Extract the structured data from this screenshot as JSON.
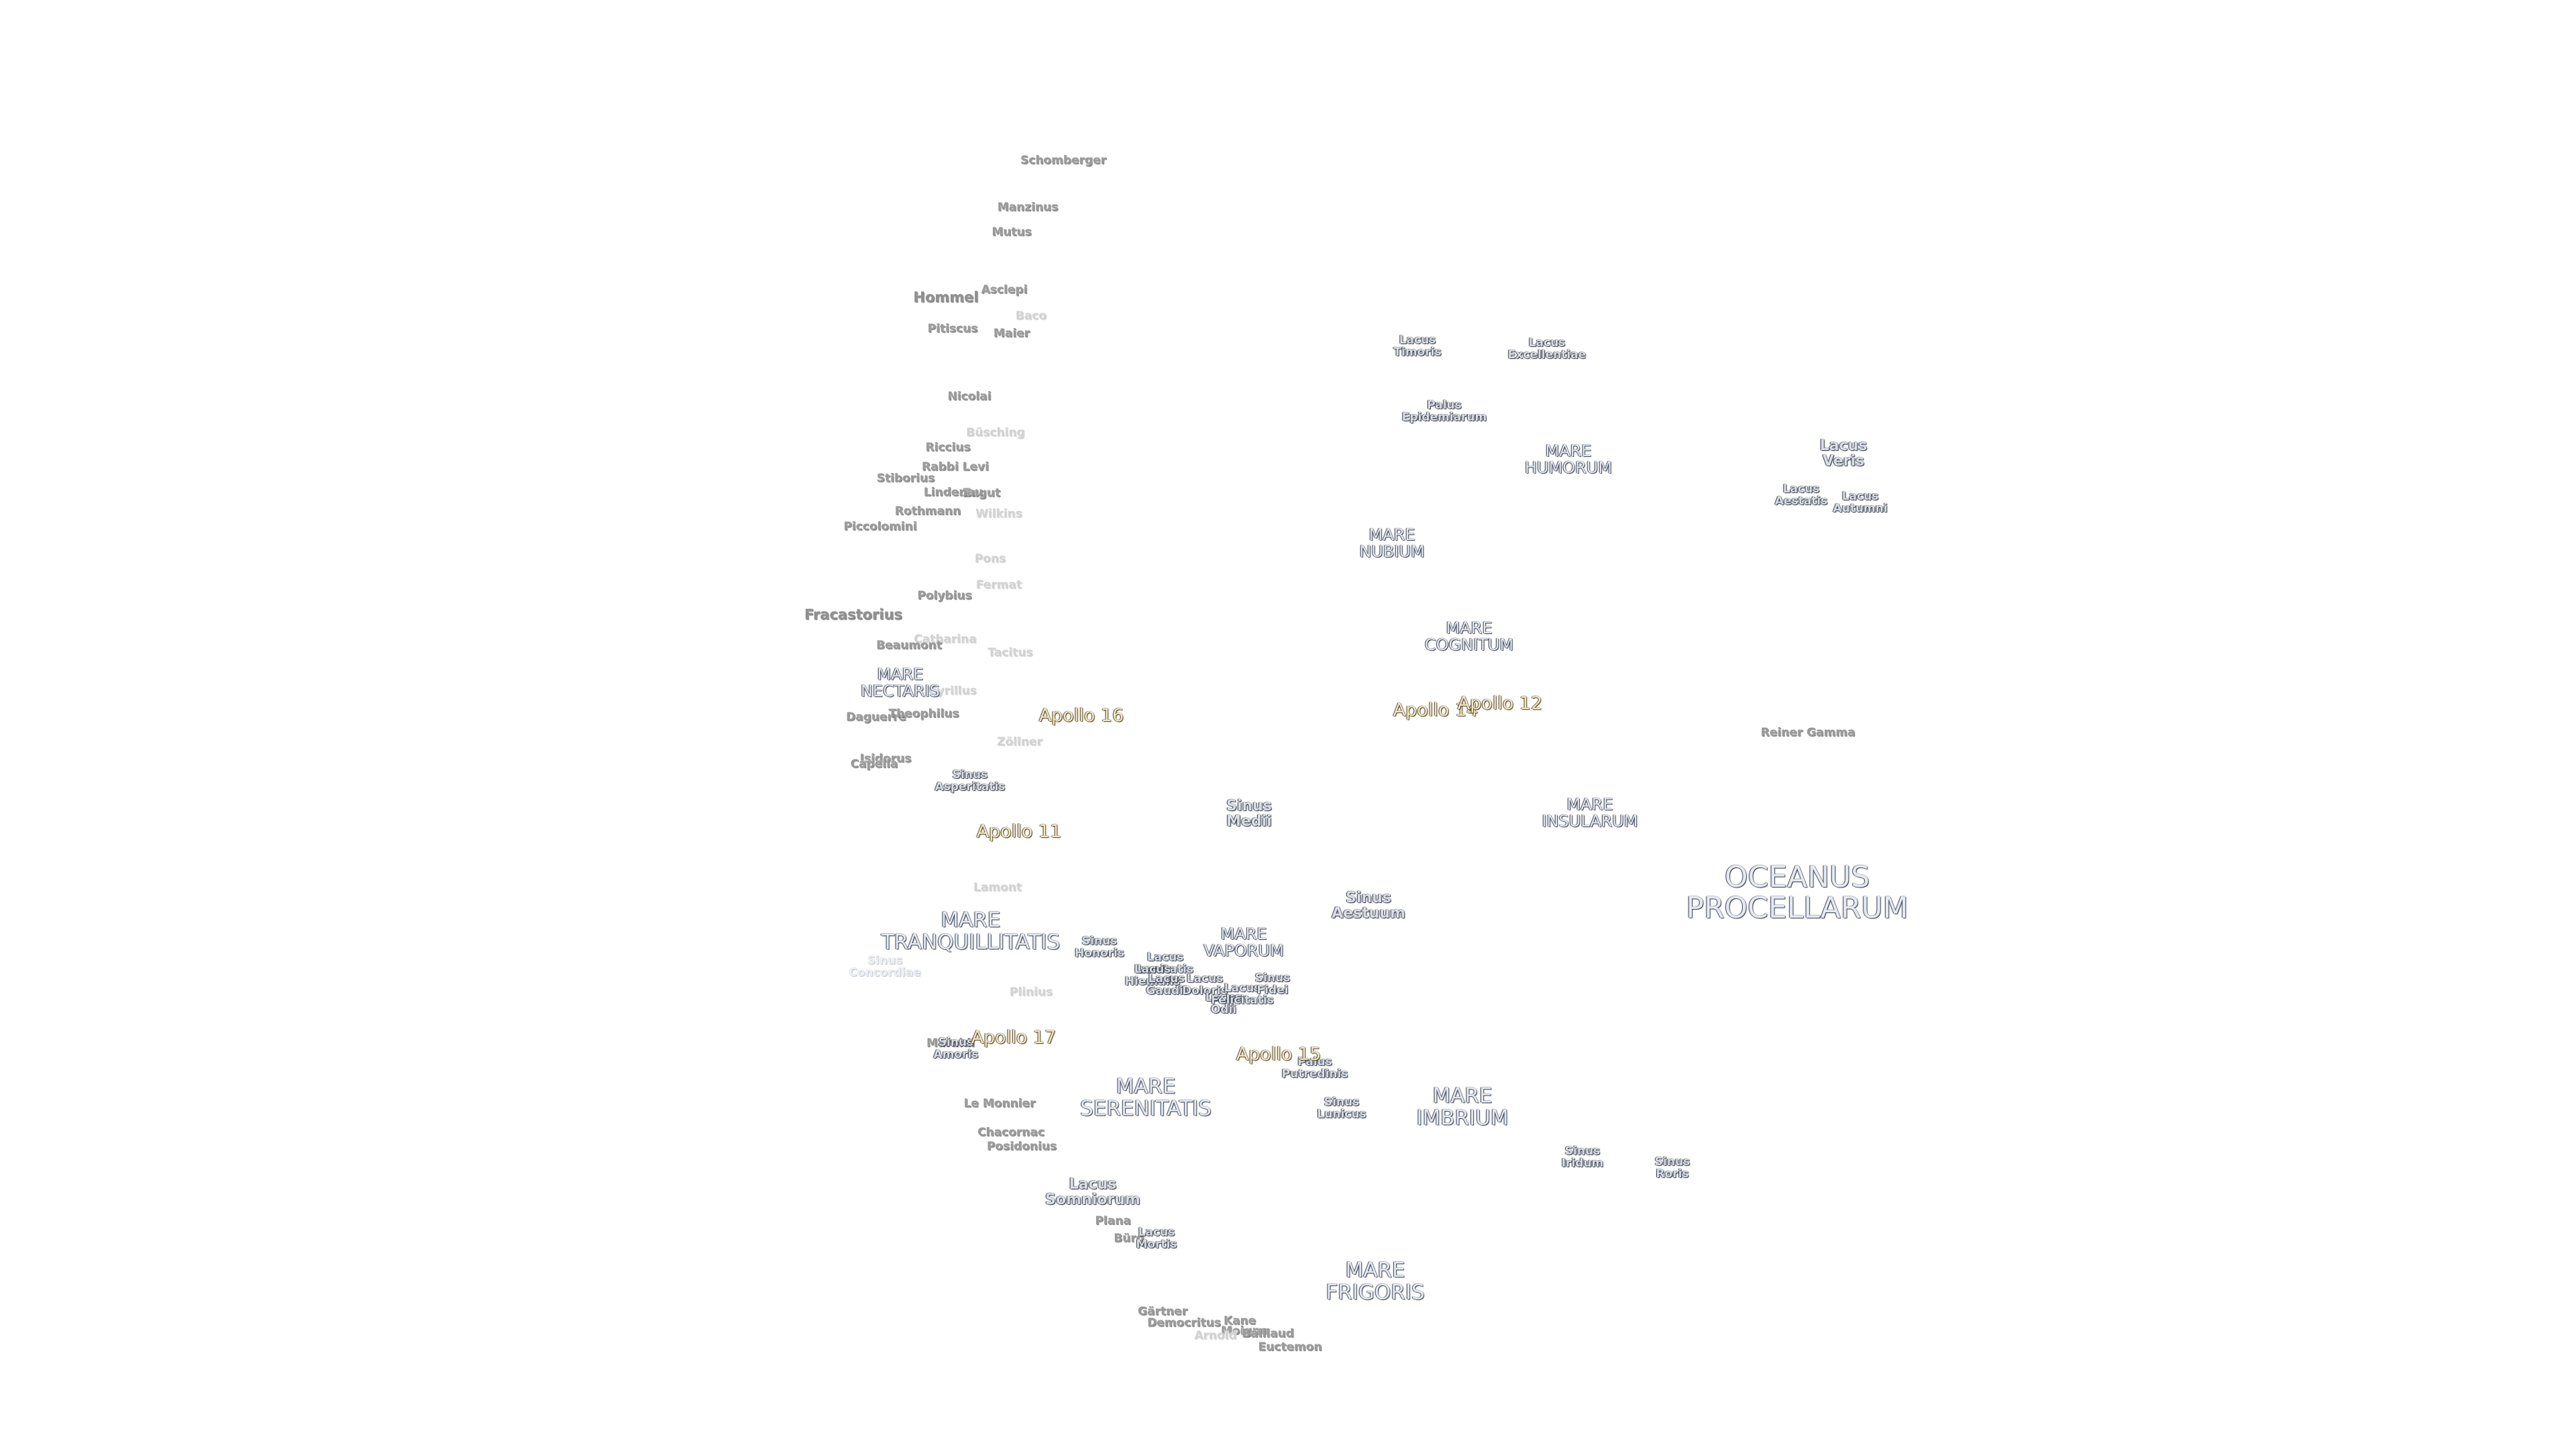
{
  "craters": [
    {
      "id": "schomberger",
      "label": "Schomberger",
      "tone": "normal"
    },
    {
      "id": "manzinus",
      "label": "Manzinus",
      "tone": "normal"
    },
    {
      "id": "mutus",
      "label": "Mutus",
      "tone": "normal"
    },
    {
      "id": "hommel",
      "label": "Hommel",
      "tone": "big"
    },
    {
      "id": "asclepi",
      "label": "Asclepi",
      "tone": "normal"
    },
    {
      "id": "baco",
      "label": "Baco",
      "tone": "faint"
    },
    {
      "id": "pitiscus",
      "label": "Pitiscus",
      "tone": "normal"
    },
    {
      "id": "maier",
      "label": "Maier",
      "tone": "normal"
    },
    {
      "id": "nicolai",
      "label": "Nicolai",
      "tone": "normal"
    },
    {
      "id": "busching",
      "label": "Büsching",
      "tone": "faint"
    },
    {
      "id": "riccius",
      "label": "Riccius",
      "tone": "normal"
    },
    {
      "id": "rabbi-levi",
      "label": "Rabbi Levi",
      "tone": "normal"
    },
    {
      "id": "zagut",
      "label": "Zagut",
      "tone": "normal"
    },
    {
      "id": "stiborius",
      "label": "Stiborius",
      "tone": "normal"
    },
    {
      "id": "lindenau",
      "label": "Lindenau",
      "tone": "normal"
    },
    {
      "id": "rothmann",
      "label": "Rothmann",
      "tone": "normal"
    },
    {
      "id": "wilkins",
      "label": "Wilkins",
      "tone": "faint"
    },
    {
      "id": "piccolomini",
      "label": "Piccolomini",
      "tone": "normal"
    },
    {
      "id": "pons",
      "label": "Pons",
      "tone": "faint"
    },
    {
      "id": "polybius",
      "label": "Polybius",
      "tone": "normal"
    },
    {
      "id": "fermat",
      "label": "Fermat",
      "tone": "faint"
    },
    {
      "id": "fracastorius",
      "label": "Fracastorius",
      "tone": "big"
    },
    {
      "id": "catharina",
      "label": "Catharina",
      "tone": "faint"
    },
    {
      "id": "beaumont",
      "label": "Beaumont",
      "tone": "normal"
    },
    {
      "id": "tacitus",
      "label": "Tacitus",
      "tone": "faint"
    },
    {
      "id": "cyrillus",
      "label": "Cyrillus",
      "tone": "faint"
    },
    {
      "id": "daguerre",
      "label": "Daguerre",
      "tone": "normal"
    },
    {
      "id": "theophilus",
      "label": "Theophilus",
      "tone": "normal"
    },
    {
      "id": "zollner",
      "label": "Zöllner",
      "tone": "faint"
    },
    {
      "id": "isidorus",
      "label": "Isidorus",
      "tone": "normal"
    },
    {
      "id": "capella",
      "label": "Capella",
      "tone": "normal"
    },
    {
      "id": "lamont",
      "label": "Lamont",
      "tone": "faint"
    },
    {
      "id": "plinius",
      "label": "Plinius",
      "tone": "faint"
    },
    {
      "id": "maraldi",
      "label": "Maraldi",
      "tone": "normal"
    },
    {
      "id": "le-monnier",
      "label": "Le Monnier",
      "tone": "normal"
    },
    {
      "id": "chacornac",
      "label": "Chacornac",
      "tone": "normal"
    },
    {
      "id": "posidonius",
      "label": "Posidonius",
      "tone": "normal"
    },
    {
      "id": "plana",
      "label": "Plana",
      "tone": "normal"
    },
    {
      "id": "burg",
      "label": "Bürg",
      "tone": "normal"
    },
    {
      "id": "gartner",
      "label": "Gärtner",
      "tone": "normal"
    },
    {
      "id": "democritus",
      "label": "Democritus",
      "tone": "normal"
    },
    {
      "id": "kane",
      "label": "Kane",
      "tone": "normal"
    },
    {
      "id": "moigno",
      "label": "Moigno",
      "tone": "normal"
    },
    {
      "id": "arnold",
      "label": "Arnold",
      "tone": "faint"
    },
    {
      "id": "baillaud",
      "label": "Baillaud",
      "tone": "normal"
    },
    {
      "id": "euctemon",
      "label": "Euctemon",
      "tone": "normal"
    },
    {
      "id": "reiner-gamma",
      "label": "Reiner Gamma",
      "tone": "normal"
    }
  ],
  "features": [
    {
      "id": "lacus-timoris",
      "label": "Lacus\nTimoris",
      "size": "small"
    },
    {
      "id": "lacus-excellentiae",
      "label": "Lacus\nExcellentiae",
      "size": "small"
    },
    {
      "id": "palus-epidemiarum",
      "label": "Palus\nEpidemiarum",
      "size": "small"
    },
    {
      "id": "lacus-veris",
      "label": "Lacus\nVeris",
      "size": "med"
    },
    {
      "id": "lacus-aestatis",
      "label": "Lacus\nAestatis",
      "size": "small"
    },
    {
      "id": "lacus-autumni",
      "label": "Lacus\nAutumni",
      "size": "small"
    },
    {
      "id": "sinus-asperitatis",
      "label": "Sinus\nAsperitatis",
      "size": "small"
    },
    {
      "id": "sinus-medii",
      "label": "Sinus\nMedii",
      "size": "med"
    },
    {
      "id": "sinus-aestuum",
      "label": "Sinus\nAestuum",
      "size": "med"
    },
    {
      "id": "sinus-honoris",
      "label": "Sinus\nHonoris",
      "size": "small"
    },
    {
      "id": "sinus-concordiae",
      "label": "Sinus\nConcordiae",
      "size": "faint"
    },
    {
      "id": "lacus-lenitatis",
      "label": "Lacus\nLenitatis",
      "size": "small"
    },
    {
      "id": "lacus-hiemalis",
      "label": "Lacus\nHiemalis",
      "size": "small"
    },
    {
      "id": "lacus-gaudii",
      "label": "Lacus\nGaudii",
      "size": "small"
    },
    {
      "id": "lacus-doloris",
      "label": "Lacus\nDoloris",
      "size": "small"
    },
    {
      "id": "lacus-odii",
      "label": "Lacus\nOdii",
      "size": "small"
    },
    {
      "id": "lacus-felicitatis",
      "label": "Lacus\nFelicitatis",
      "size": "small"
    },
    {
      "id": "sinus-fidei",
      "label": "Sinus\nFidei",
      "size": "small"
    },
    {
      "id": "palus-putredinis",
      "label": "Palus\nPutredinis",
      "size": "small"
    },
    {
      "id": "sinus-lunicus",
      "label": "Sinus\nLunicus",
      "size": "small"
    },
    {
      "id": "sinus-amoris",
      "label": "Sinus\nAmoris",
      "size": "small"
    },
    {
      "id": "sinus-iridum",
      "label": "Sinus\nIridum",
      "size": "small"
    },
    {
      "id": "sinus-roris",
      "label": "Sinus\nRoris",
      "size": "small"
    },
    {
      "id": "lacus-somniorum",
      "label": "Lacus\nSomniorum",
      "size": "med"
    },
    {
      "id": "lacus-mortis",
      "label": "Lacus\nMortis",
      "size": "small"
    }
  ],
  "maria": [
    {
      "id": "mare-humorum",
      "label": "MARE\nHUMORUM",
      "size": "normal"
    },
    {
      "id": "mare-nubium",
      "label": "MARE\nNUBIUM",
      "size": "normal"
    },
    {
      "id": "mare-cognitum",
      "label": "MARE\nCOGNITUM",
      "size": "normal"
    },
    {
      "id": "mare-nectaris",
      "label": "MARE\nNECTARIS",
      "size": "normal"
    },
    {
      "id": "mare-insularum",
      "label": "MARE\nINSULARUM",
      "size": "normal"
    },
    {
      "id": "mare-tranquillitatis",
      "label": "MARE\nTRANQUILLITATIS",
      "size": "large"
    },
    {
      "id": "mare-vaporum",
      "label": "MARE\nVAPORUM",
      "size": "normal"
    },
    {
      "id": "mare-serenitatis",
      "label": "MARE\nSERENITATIS",
      "size": "large"
    },
    {
      "id": "mare-imbrium",
      "label": "MARE\nIMBRIUM",
      "size": "large"
    },
    {
      "id": "mare-frigoris",
      "label": "MARE\nFRIGORIS",
      "size": "large"
    },
    {
      "id": "oceanus-procellarum",
      "label": "OCEANUS\nPROCELLARUM",
      "size": "huge"
    }
  ],
  "apollo_sites": [
    {
      "id": "apollo-16",
      "label": "Apollo 16"
    },
    {
      "id": "apollo-11",
      "label": "Apollo 11"
    },
    {
      "id": "apollo-14",
      "label": "Apollo 14"
    },
    {
      "id": "apollo-12",
      "label": "Apollo 12"
    },
    {
      "id": "apollo-17",
      "label": "Apollo 17"
    },
    {
      "id": "apollo-15",
      "label": "Apollo 15"
    }
  ]
}
